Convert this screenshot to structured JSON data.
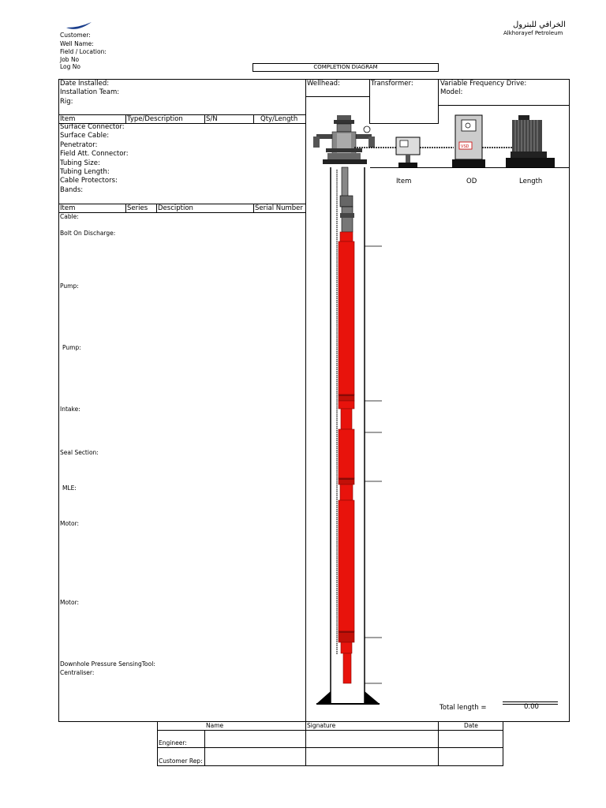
{
  "logo": {
    "arabic": "الخرافي للبترول",
    "english": "Alkhorayef Petroleum"
  },
  "header_fields": [
    "Customer:",
    "Well Name:",
    "Field / Location:",
    "Job No",
    "Log No"
  ],
  "title": "COMPLETION DIAGRAM",
  "install": [
    "Date Installed:",
    "Installation Team:",
    "Rig:"
  ],
  "surface": {
    "wellhead": "Wellhead:",
    "transformer": "Transformer:",
    "vfd": "Variable Frequency Drive:",
    "model": "Model:",
    "vsd_tag": "VSD"
  },
  "table1": {
    "headers": [
      "Item",
      "Type/Description",
      "S/N",
      "Qty/Length"
    ],
    "rows": [
      "Surface Connector:",
      "Surface Cable:",
      "Penetrator:",
      "Field Att. Connector:",
      "Tubing Size:",
      "Tubing Length:",
      "Cable Protectors:",
      "Bands:"
    ]
  },
  "table2": {
    "headers": [
      "Item",
      "Series",
      "Desciption",
      "Serial Number"
    ],
    "rows": {
      "cable": "Cable:",
      "bolt": "Bolt On Discharge:",
      "pump1": "Pump:",
      "pump2": "Pump:",
      "intake": "Intake:",
      "seal": "Seal Section:",
      "mle": "MLE:",
      "motor1": "Motor:",
      "motor2": "Motor:",
      "dpst": "Downhole Pressure SensingTool:",
      "centraliser": "Centraliser:"
    }
  },
  "right_headers": [
    "Item",
    "OD",
    "Length"
  ],
  "total": {
    "label": "Total length =",
    "value": "0.00"
  },
  "signature": {
    "headers": [
      "Name",
      "Signature",
      "Date"
    ],
    "rows": [
      "Engineer:",
      "Customer Rep:"
    ]
  },
  "colors": {
    "red": "#e8130c",
    "dark_red": "#8a0a06",
    "gray": "#808080"
  }
}
